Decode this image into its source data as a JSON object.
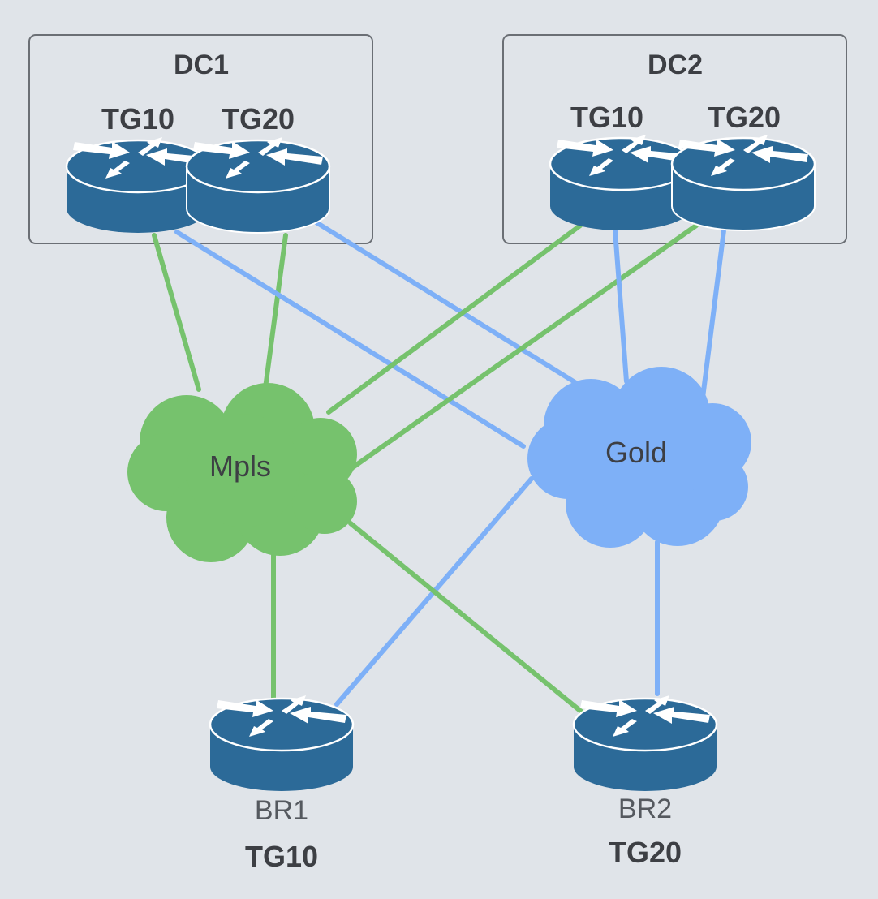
{
  "colors": {
    "background": "#e0e4e9",
    "router_body": "#2c6a98",
    "router_arrow": "#ffffff",
    "mpls": "#76c26d",
    "gold": "#7eb0f7",
    "box_border": "#6b6f75"
  },
  "datacenters": [
    {
      "title": "DC1",
      "routers": [
        {
          "label": "TG10"
        },
        {
          "label": "TG20"
        }
      ]
    },
    {
      "title": "DC2",
      "routers": [
        {
          "label": "TG10"
        },
        {
          "label": "TG20"
        }
      ]
    }
  ],
  "clouds": {
    "mpls": {
      "label": "Mpls"
    },
    "gold": {
      "label": "Gold"
    }
  },
  "branches": [
    {
      "name": "BR1",
      "group": "TG10"
    },
    {
      "name": "BR2",
      "group": "TG20"
    }
  ],
  "icons": {
    "router": "router-icon",
    "cloud": "cloud-icon"
  }
}
